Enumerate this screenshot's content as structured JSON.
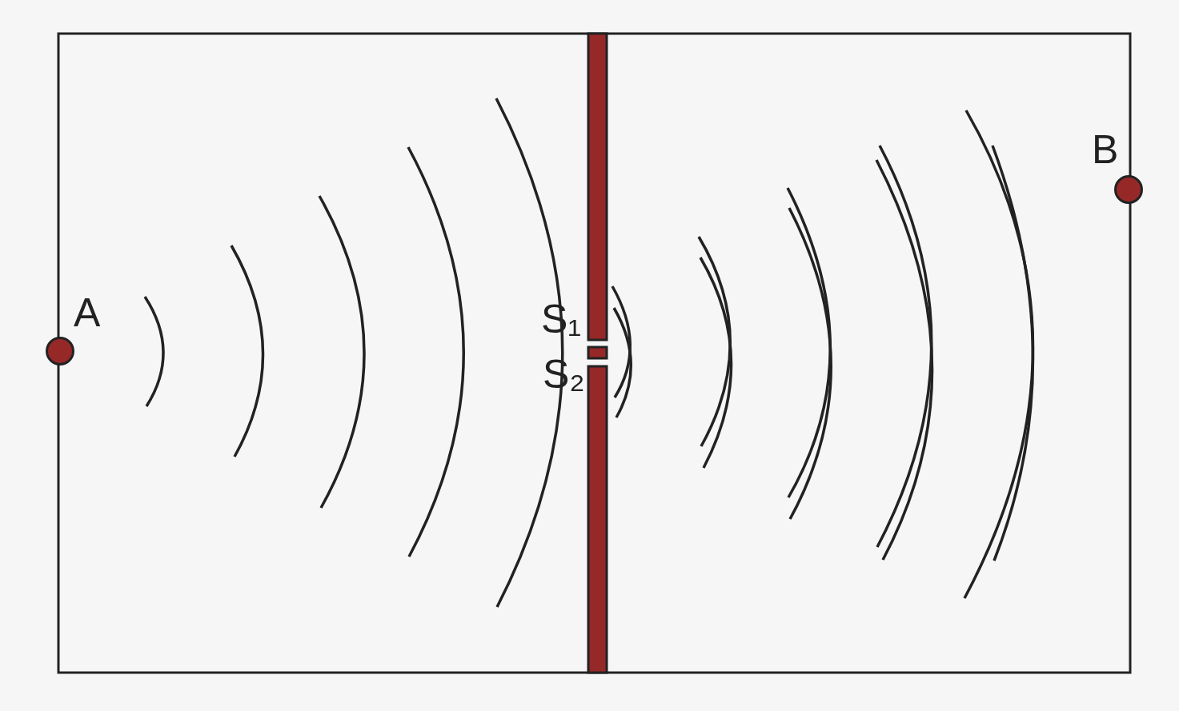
{
  "diagram": {
    "nodes": [
      {
        "text": [
          "A"
        ]
      },
      {
        "text": [
          "B"
        ]
      }
    ],
    "labels": [
      "S₁",
      "S₂"
    ]
  }
}
